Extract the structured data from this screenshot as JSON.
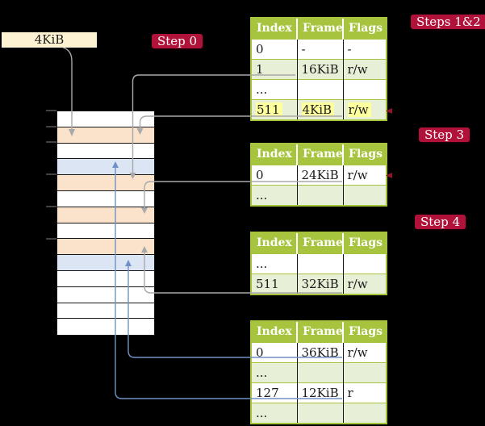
{
  "labels": {
    "page_size": "4KiB",
    "step0": "Step 0",
    "steps12": "Steps 1&2",
    "step3": "Step 3",
    "step4": "Step 4"
  },
  "page_tables": [
    {
      "name": "root-page-table-steps-1-2",
      "headers": [
        "Index",
        "Frame",
        "Flags"
      ],
      "rows": [
        {
          "cells": [
            "0",
            "-",
            "-"
          ],
          "shaded": false,
          "highlight": false
        },
        {
          "cells": [
            "1",
            "16KiB",
            "r/w"
          ],
          "shaded": true,
          "highlight": false
        },
        {
          "cells": [
            "...",
            "",
            ""
          ],
          "shaded": false,
          "highlight": false
        },
        {
          "cells": [
            "511",
            "4KiB",
            "r/w"
          ],
          "shaded": true,
          "highlight": true
        }
      ]
    },
    {
      "name": "page-table-step-3",
      "headers": [
        "Index",
        "Frame",
        "Flags"
      ],
      "rows": [
        {
          "cells": [
            "0",
            "24KiB",
            "r/w"
          ],
          "shaded": false,
          "highlight": false
        },
        {
          "cells": [
            "...",
            "",
            ""
          ],
          "shaded": true,
          "highlight": false
        }
      ]
    },
    {
      "name": "page-table-step-4-upper",
      "headers": [
        "Index",
        "Frame",
        "Flags"
      ],
      "rows": [
        {
          "cells": [
            "...",
            "",
            ""
          ],
          "shaded": false,
          "highlight": false
        },
        {
          "cells": [
            "511",
            "32KiB",
            "r/w"
          ],
          "shaded": true,
          "highlight": false
        }
      ]
    },
    {
      "name": "page-table-step-4-lower",
      "headers": [
        "Index",
        "Frame",
        "Flags"
      ],
      "rows": [
        {
          "cells": [
            "0",
            "36KiB",
            "r/w"
          ],
          "shaded": false,
          "highlight": false
        },
        {
          "cells": [
            "...",
            "",
            ""
          ],
          "shaded": true,
          "highlight": false
        },
        {
          "cells": [
            "127",
            "12KiB",
            "r"
          ],
          "shaded": false,
          "highlight": false
        },
        {
          "cells": [
            "...",
            "",
            ""
          ],
          "shaded": true,
          "highlight": false
        }
      ]
    }
  ],
  "memory": {
    "rows": [
      "free",
      "pagetable",
      "free",
      "mapped",
      "pagetable",
      "free",
      "pagetable",
      "free",
      "pagetable",
      "mapped",
      "free",
      "free",
      "free",
      "free"
    ]
  },
  "colors": {
    "header_green": "#a6c43d",
    "row_green": "#e8efd7",
    "highlight_yellow": "#feff9d",
    "badge_red": "#b0123a",
    "mem_orange": "#fbe3cb",
    "mem_blue": "#dbe5f4",
    "cream": "#fdf3d2",
    "line_grey": "#a9a9a9",
    "line_blue": "#7191c4",
    "marker_red": "#8c1528"
  }
}
